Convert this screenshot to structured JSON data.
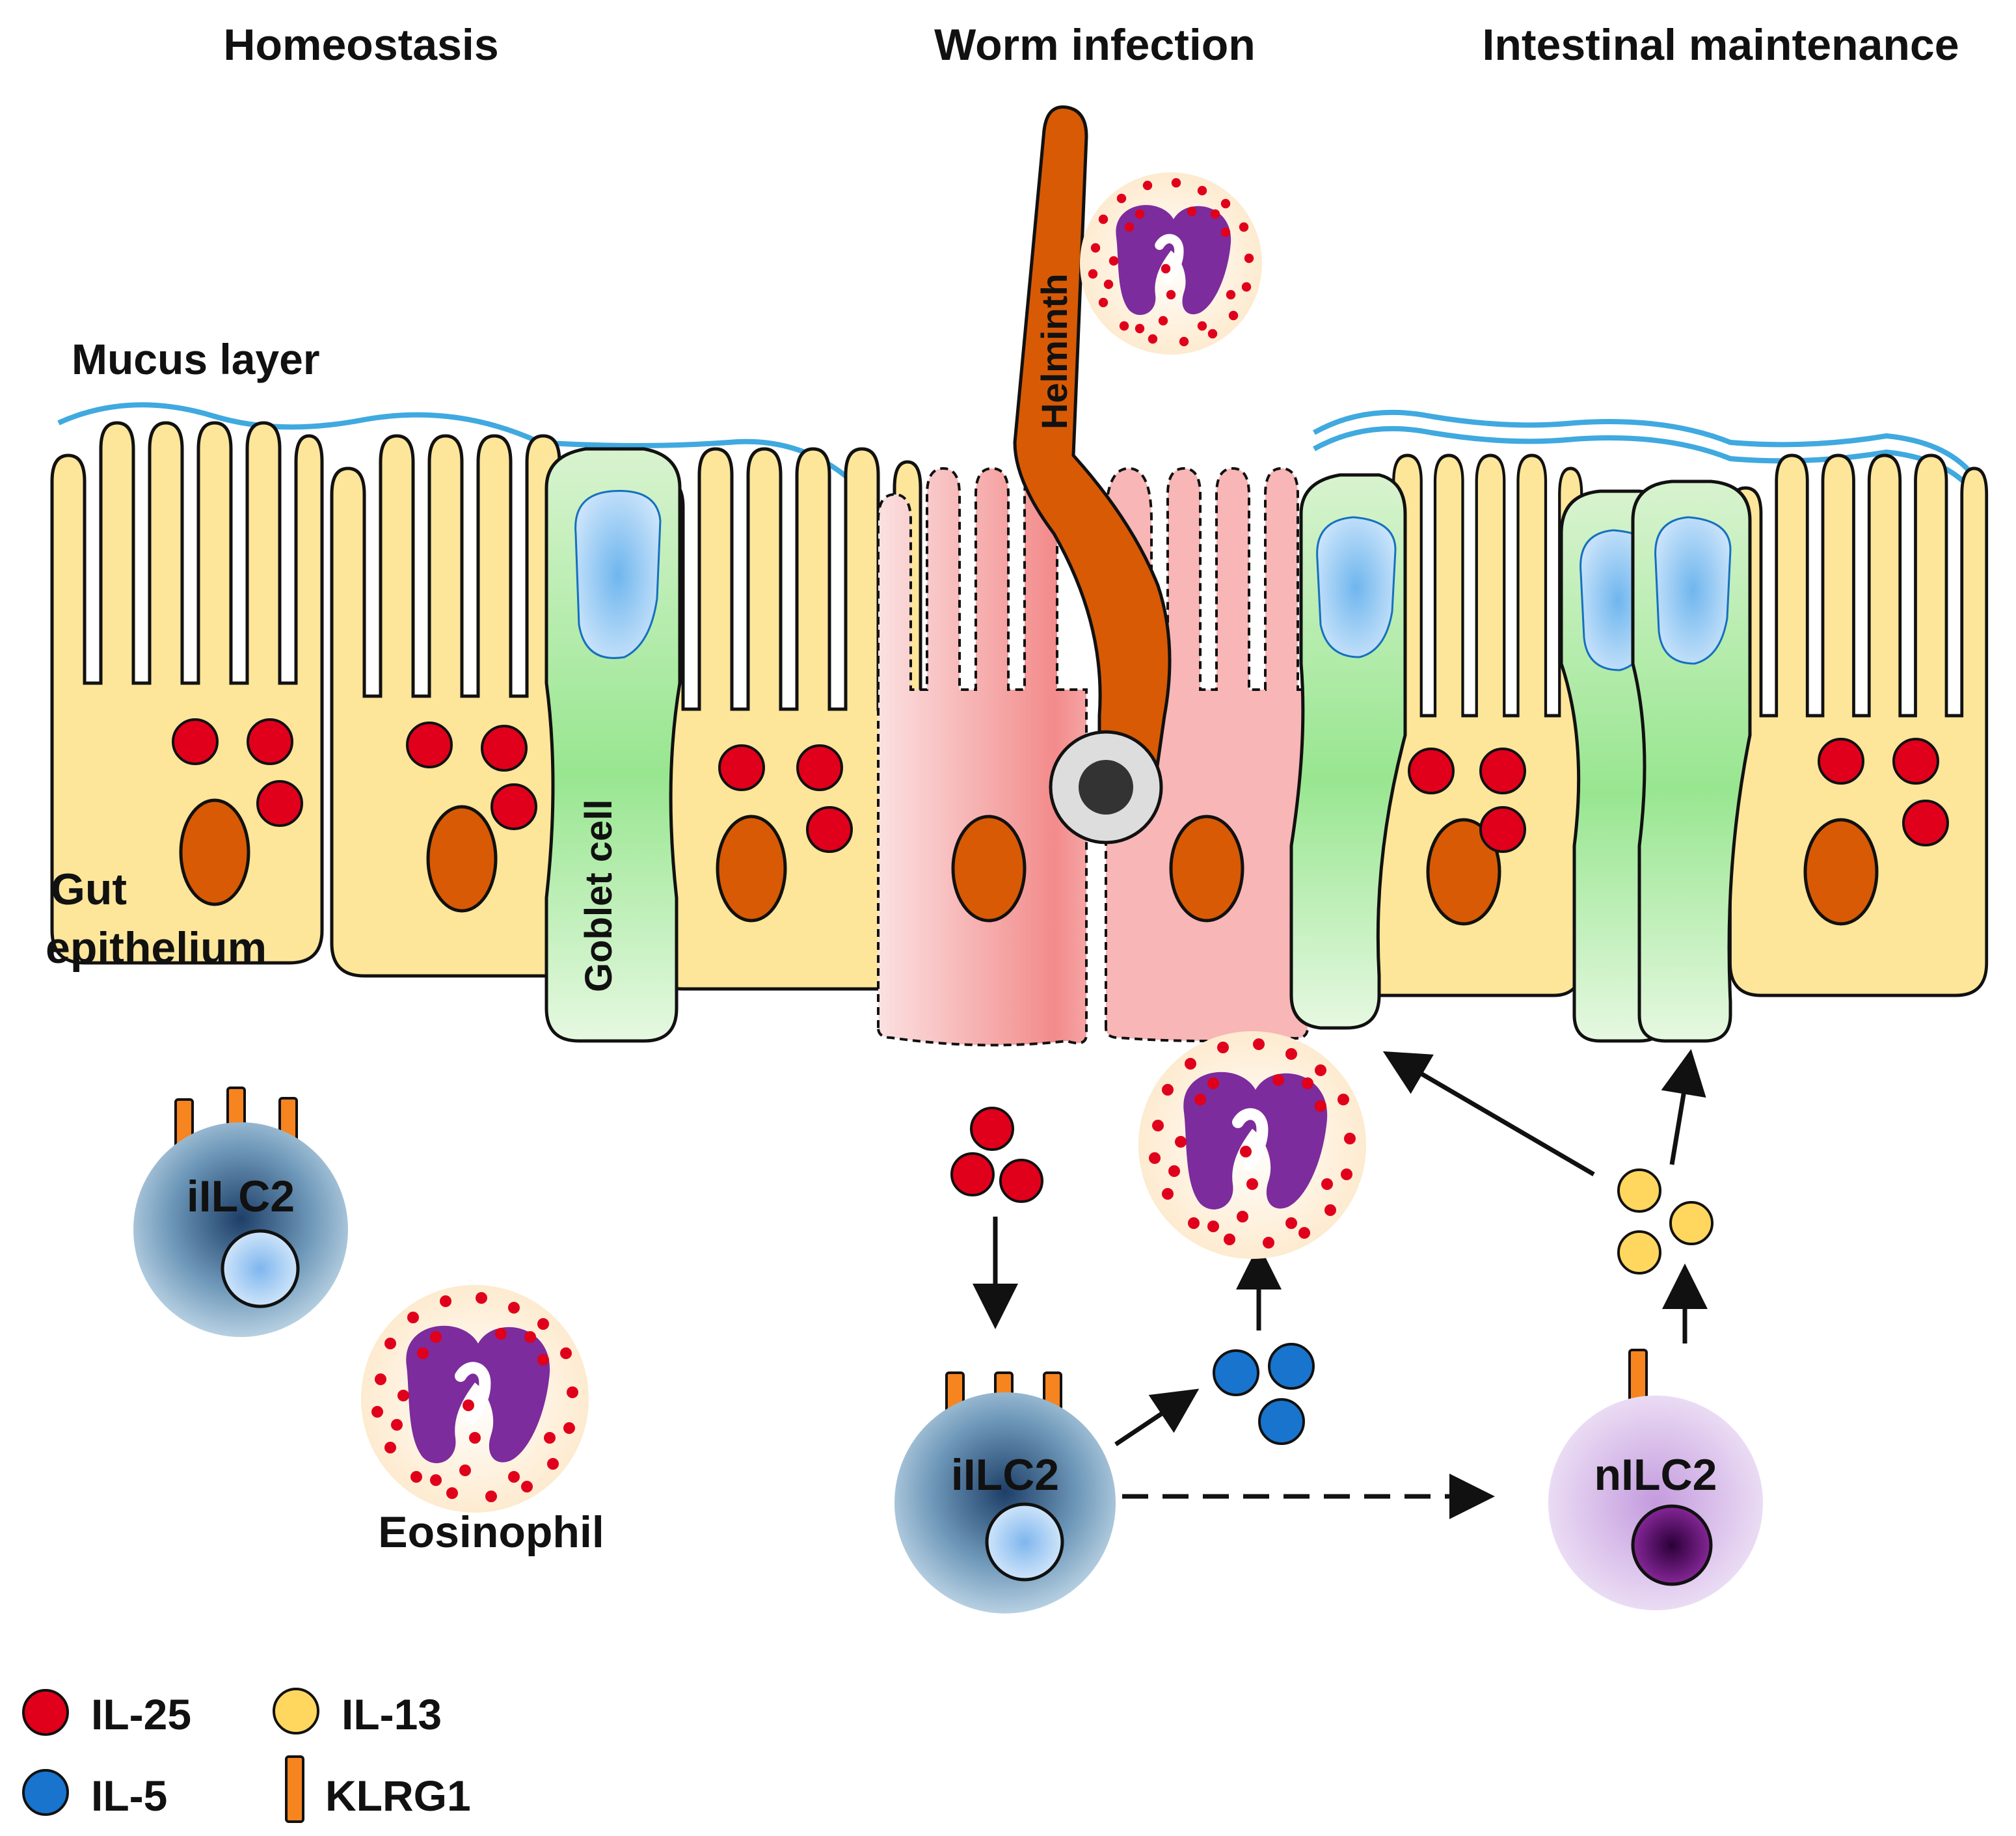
{
  "sections": {
    "homeostasis": "Homeostasis",
    "worm_infection": "Worm infection",
    "intestinal_maintenance": "Intestinal maintenance"
  },
  "labels": {
    "mucus_layer": "Mucus layer",
    "gut_line1": "Gut",
    "gut_line2": "epithelium",
    "goblet_cell": "Goblet cell",
    "helminth": "Helminth",
    "eosinophil": "Eosinophil",
    "ilc2_left": "iILC2",
    "ilc2_center": "iILC2",
    "nilc2": "nILC2"
  },
  "legend": {
    "il25": "IL-25",
    "il13": "IL-13",
    "il5": "IL-5",
    "klrg1": "KLRG1"
  },
  "colors": {
    "il25": "#e0001b",
    "il13": "#ffd75e",
    "il5": "#1874cd",
    "klrg1": "#f6841f",
    "epithelium": "#fde69a",
    "damaged_epithelium": "#f7a6a6",
    "goblet": "#c8f0c0",
    "mucus": "#3fa9e0",
    "nucleus": "#d85a05",
    "helminth": "#d85a05",
    "eosinophil_nucleus": "#7c2c9c",
    "ilc2_cell": "#8fb6cf",
    "nilc2_cell": "#dcc4ea"
  }
}
